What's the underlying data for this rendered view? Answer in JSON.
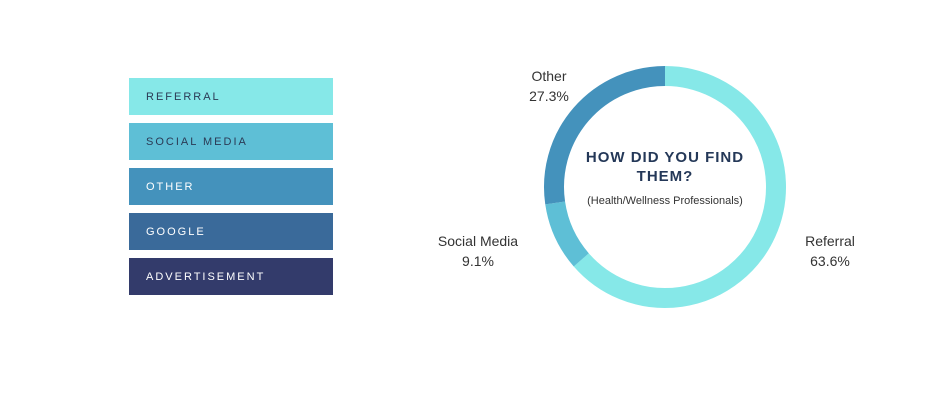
{
  "chart_data": {
    "type": "pie",
    "donut": true,
    "title": "HOW DID YOU FIND THEM?",
    "subtitle": "(Health/Wellness Professionals)",
    "legend_position": "left",
    "legend": [
      {
        "label": "REFERRAL",
        "color": "#86E8E8",
        "text_color": "#2b3a55"
      },
      {
        "label": "SOCIAL MEDIA",
        "color": "#5EBFD6",
        "text_color": "#2b3a55"
      },
      {
        "label": "OTHER",
        "color": "#4492BC",
        "text_color": "#ffffff"
      },
      {
        "label": "GOOGLE",
        "color": "#3A6A9A",
        "text_color": "#ffffff"
      },
      {
        "label": "ADVERTISEMENT",
        "color": "#333B6B",
        "text_color": "#ffffff"
      }
    ],
    "slices": [
      {
        "name": "Referral",
        "value": 63.6,
        "value_label": "63.6%",
        "color": "#86E8E8"
      },
      {
        "name": "Social Media",
        "value": 9.1,
        "value_label": "9.1%",
        "color": "#5EBFD6"
      },
      {
        "name": "Other",
        "value": 27.3,
        "value_label": "27.3%",
        "color": "#4492BC"
      }
    ]
  }
}
